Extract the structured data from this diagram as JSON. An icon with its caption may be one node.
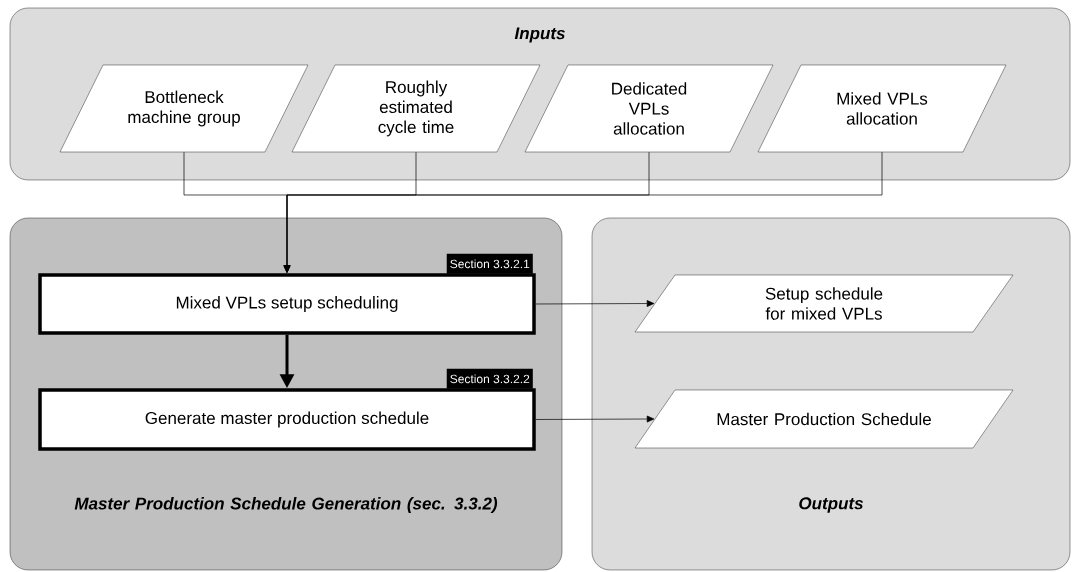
{
  "diagram": {
    "nodes": [
      {
        "text": [
          "Inputs"
        ]
      },
      {
        "text": [
          "Bottleneck machine group"
        ],
        "in": 0
      },
      {
        "text": [
          "Roughly estimated cycle time"
        ],
        "in": 0
      },
      {
        "text": [
          "Dedicated VPLs allocation"
        ],
        "in": 0
      },
      {
        "text": [
          "Mixed VPLs allocation"
        ],
        "in": 0
      },
      {
        "text": [
          "Master Production Schedule Generation (sec. 3.3.2)"
        ]
      },
      {
        "text": [
          "Mixed VPLs setup scheduling"
        ],
        "beside": [
          "Section 3.3.2.1"
        ],
        "in": 5
      },
      {
        "text": [
          "Generate master production schedule"
        ],
        "beside": [
          "Section 3.3.2.2"
        ],
        "in": 5
      },
      {
        "text": [
          "Outputs"
        ]
      },
      {
        "text": [
          "Setup schedule for mixed VPLs"
        ],
        "in": 8
      },
      {
        "text": [
          "Master Production Schedule"
        ],
        "in": 8
      }
    ],
    "edges": [
      {
        "from": 1,
        "to": 6,
        "arrow": "to"
      },
      {
        "from": 2,
        "to": 6,
        "arrow": "to"
      },
      {
        "from": 3,
        "to": 6,
        "arrow": "to"
      },
      {
        "from": 4,
        "to": 6,
        "arrow": "to"
      },
      {
        "from": 6,
        "to": 7,
        "arrow": "to",
        "style": "thick"
      },
      {
        "from": 6,
        "to": 9,
        "arrow": "to"
      },
      {
        "from": 7,
        "to": 10,
        "arrow": "to"
      }
    ]
  }
}
